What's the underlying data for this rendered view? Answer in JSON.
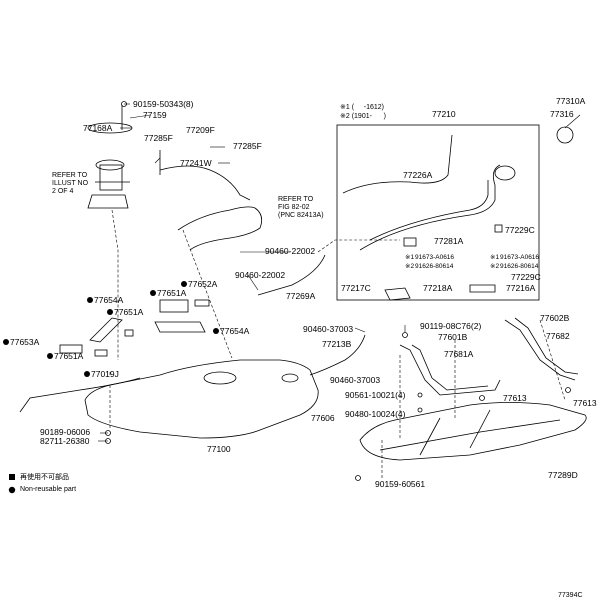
{
  "parts": {
    "p90159_50343": "90159-50343(8)",
    "p77159": "77159",
    "p77168A": "77168A",
    "p77285F_1": "77285F",
    "p77209F": "77209F",
    "p77285F_2": "77285F",
    "p77241W": "77241W",
    "p90460_22002_a": "90460-22002",
    "p90460_22002_b": "90460-22002",
    "p77269A": "77269A",
    "p77652A": "77652A",
    "p77651A_1": "77651A",
    "p77654A_1": "77654A",
    "p77651A_2": "77651A",
    "p77654A_2": "77654A",
    "p77653A": "77653A",
    "p77651A_3": "77651A",
    "p77019J": "77019J",
    "p90189_06006": "90189-06006",
    "p82711_26380": "82711-26380",
    "p77100": "77100",
    "p90460_37003_a": "90460-37003",
    "p77213B": "77213B",
    "p90460_37003_b": "90460-37003",
    "p77210": "77210",
    "p77226A": "77226A",
    "p77281A": "77281A",
    "p91673_A0616_1": "91673-A0616",
    "p91626_80614_1": "91626-80614",
    "p91673_A0616_2": "91673-A0616",
    "p91626_80614_2": "91626-80614",
    "p77217C": "77217C",
    "p77218A": "77218A",
    "p77229C_1": "77229C",
    "p77229C_2": "77229C",
    "p77216A": "77216A",
    "p77310A": "77310A",
    "p77316": "77316",
    "p90119_08C76": "90119-08C76(2)",
    "p77601B": "77601B",
    "p77681A": "77681A",
    "p77602B": "77602B",
    "p77682": "77682",
    "p77613_1": "77613",
    "p77613_2": "77613",
    "p90561_10021": "90561-10021(4)",
    "p90480_10024": "90480-10024(4)",
    "p77606": "77606",
    "p77289D": "77289D",
    "p90159_60561": "90159-60561"
  },
  "notes": {
    "refer_illust": "REFER TO\nILLUST NO\n2 OF 4",
    "refer_fig": "REFER TO\nFIG 82-02\n(PNC 82413A)",
    "period_1": "※1 (     -1612)",
    "period_2": "※2 (1901-      )"
  },
  "markers": {
    "m1": "※1",
    "m2": "※2"
  },
  "legend": {
    "square_item": "再使用不可部品",
    "dot_item": "Non-reusable part"
  },
  "illustration_code": "77394C"
}
